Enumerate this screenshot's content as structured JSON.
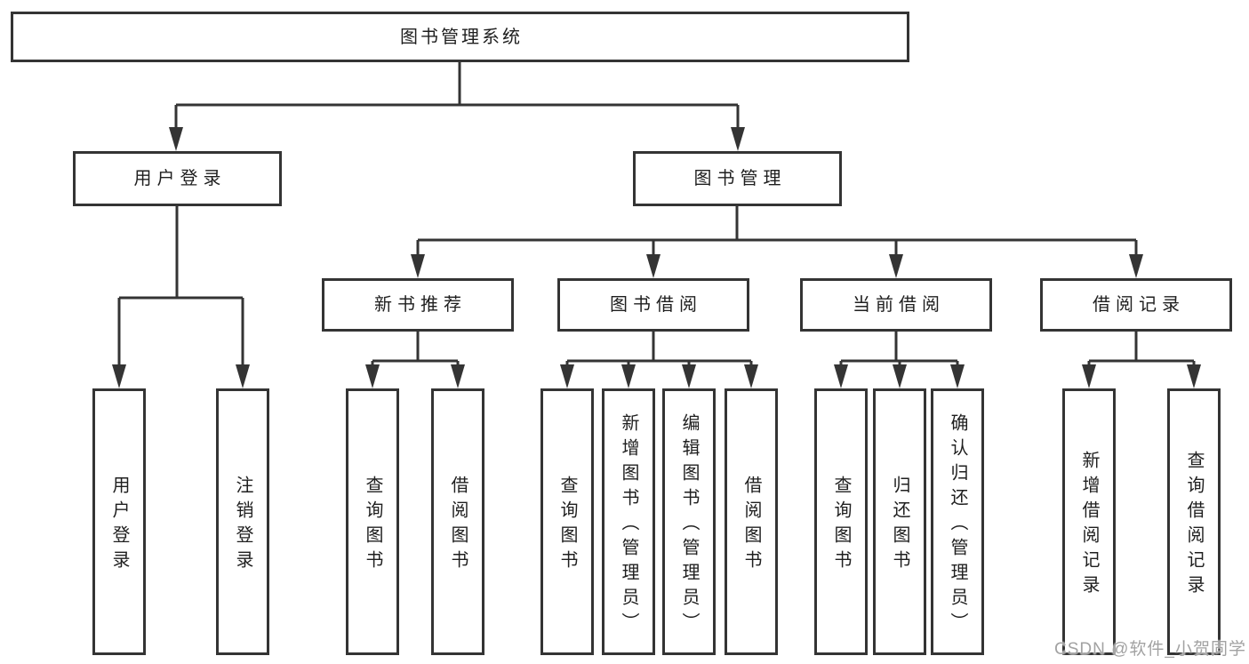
{
  "tree": {
    "root": "图书管理系统",
    "level2": [
      {
        "label": "用户登录"
      },
      {
        "label": "图书管理"
      }
    ],
    "level3": [
      {
        "label": "新书推荐"
      },
      {
        "label": "图书借阅"
      },
      {
        "label": "当前借阅"
      },
      {
        "label": "借阅记录"
      }
    ],
    "leaves": {
      "login": [
        "用户登录",
        "注销登录"
      ],
      "recommend": [
        "查询图书",
        "借阅图书"
      ],
      "borrow": [
        "查询图书",
        "新增图书（管理员）",
        "编辑图书（管理员）",
        "借阅图书"
      ],
      "current": [
        "查询图书",
        "归还图书",
        "确认归还（管理员）"
      ],
      "records": [
        "新增借阅记录",
        "查询借阅记录"
      ]
    }
  },
  "watermark": "CSDN @软件_小贺同学",
  "colors": {
    "line": "#343434",
    "box_border": "#343434",
    "text": "#1f1f1f",
    "watermark": "#a2a2a2",
    "background": "#ffffff"
  }
}
